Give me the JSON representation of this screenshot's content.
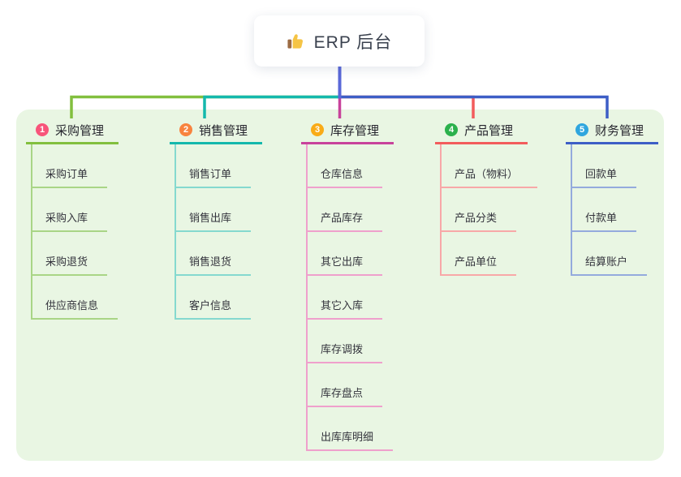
{
  "root": {
    "icon": "thumbs-up 👍",
    "title": "ERP 后台"
  },
  "branches": [
    {
      "badge": "1",
      "title": "采购管理",
      "line_color": "#82bf3e",
      "child_line_color": "#a9d586",
      "badge_color": "#f8547a",
      "children": [
        "采购订单",
        "采购入库",
        "采购退货",
        "供应商信息"
      ]
    },
    {
      "badge": "2",
      "title": "销售管理",
      "line_color": "#14b8ac",
      "child_line_color": "#85d9cf",
      "badge_color": "#f8833e",
      "children": [
        "销售订单",
        "销售出库",
        "销售退货",
        "客户信息"
      ]
    },
    {
      "badge": "3",
      "title": "库存管理",
      "line_color": "#c8439b",
      "child_line_color": "#efa0cc",
      "badge_color": "#f9ab17",
      "children": [
        "仓库信息",
        "产品库存",
        "其它出库",
        "其它入库",
        "库存调拨",
        "库存盘点",
        "出库库明细"
      ]
    },
    {
      "badge": "4",
      "title": "产品管理",
      "line_color": "#f25c5c",
      "child_line_color": "#f8a8a8",
      "badge_color": "#2bb14c",
      "children": [
        "产品（物料）",
        "产品分类",
        "产品单位"
      ]
    },
    {
      "badge": "5",
      "title": "财务管理",
      "line_color": "#3d5ec6",
      "child_line_color": "#94aadd",
      "badge_color": "#2fa6de",
      "children": [
        "回款单",
        "付款单",
        "结算账户"
      ]
    }
  ],
  "colors": {
    "root_stub": "#5a68d8",
    "panel_background": "#e9f6e3",
    "root_text": "#3a414e",
    "thumb_yellow": "#f5c445",
    "thumb_cuff": "#9c6b43"
  }
}
